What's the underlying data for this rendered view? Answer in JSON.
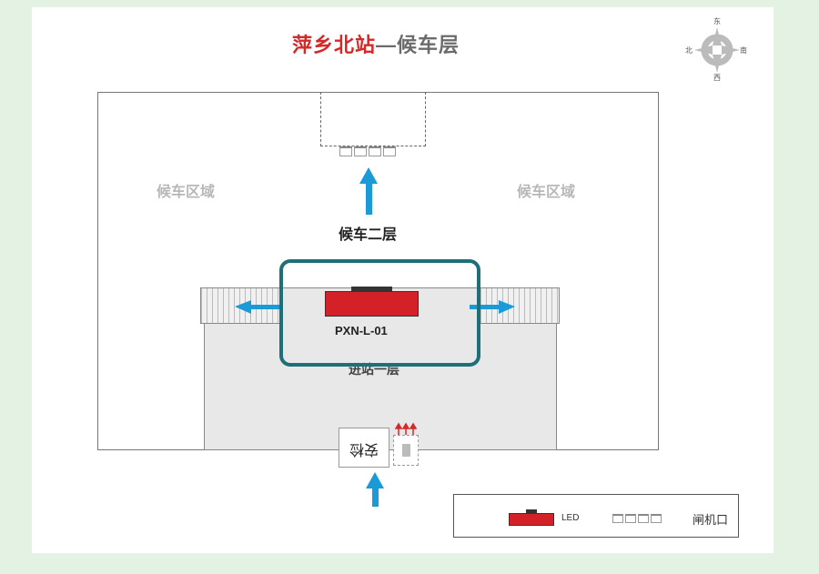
{
  "title": {
    "station": "萍乡北站",
    "separator_and_level": "—候车层"
  },
  "compass": {
    "north": "北",
    "south": "南",
    "east": "东",
    "west": "西"
  },
  "areas": {
    "waiting_left": "候车区域",
    "waiting_right": "候车区域",
    "floor_two": "候车二层",
    "floor_one": "进站一层"
  },
  "device": {
    "code": "PXN-L-01"
  },
  "security": {
    "label": "安检"
  },
  "legend": {
    "led_label": "LED",
    "gate_label": "闸机口"
  },
  "colors": {
    "title_red": "#d62828",
    "led_red": "#d42027",
    "arrow_blue": "#1a9ad6",
    "highlight_teal": "#1f6f78"
  }
}
